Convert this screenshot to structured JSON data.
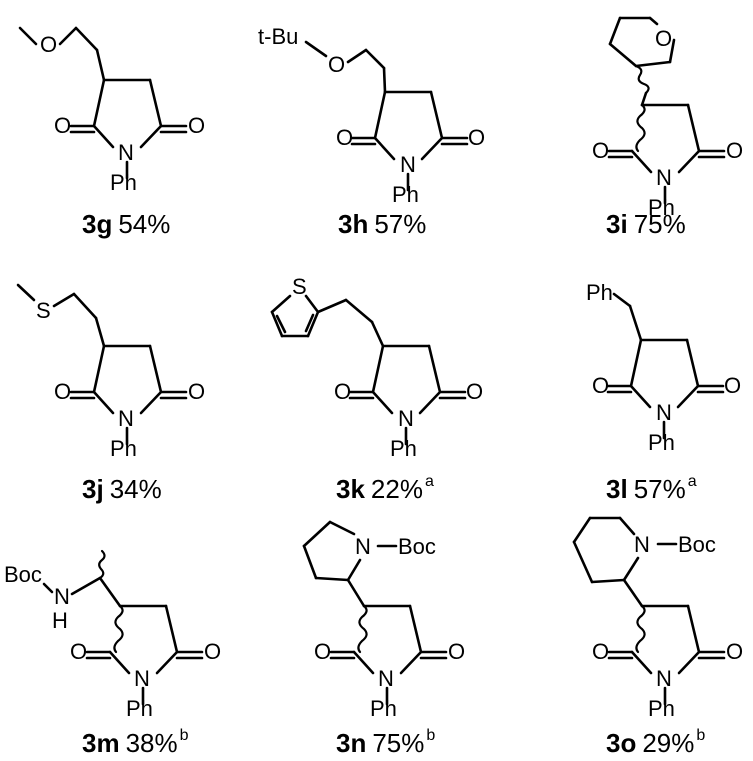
{
  "atoms": {
    "O": "O",
    "N": "N",
    "Ph": "Ph",
    "S": "S",
    "H": "H",
    "tBu": "t-Bu",
    "Boc": "Boc"
  },
  "compounds": [
    {
      "id": "3g",
      "yield": "54%",
      "note": ""
    },
    {
      "id": "3h",
      "yield": "57%",
      "note": ""
    },
    {
      "id": "3i",
      "yield": "75%",
      "note": ""
    },
    {
      "id": "3j",
      "yield": "34%",
      "note": ""
    },
    {
      "id": "3k",
      "yield": "22%",
      "note": "a"
    },
    {
      "id": "3l",
      "yield": "57%",
      "note": "a"
    },
    {
      "id": "3m",
      "yield": "38%",
      "note": "b"
    },
    {
      "id": "3n",
      "yield": "75%",
      "note": "b"
    },
    {
      "id": "3o",
      "yield": "29%",
      "note": "b"
    }
  ]
}
